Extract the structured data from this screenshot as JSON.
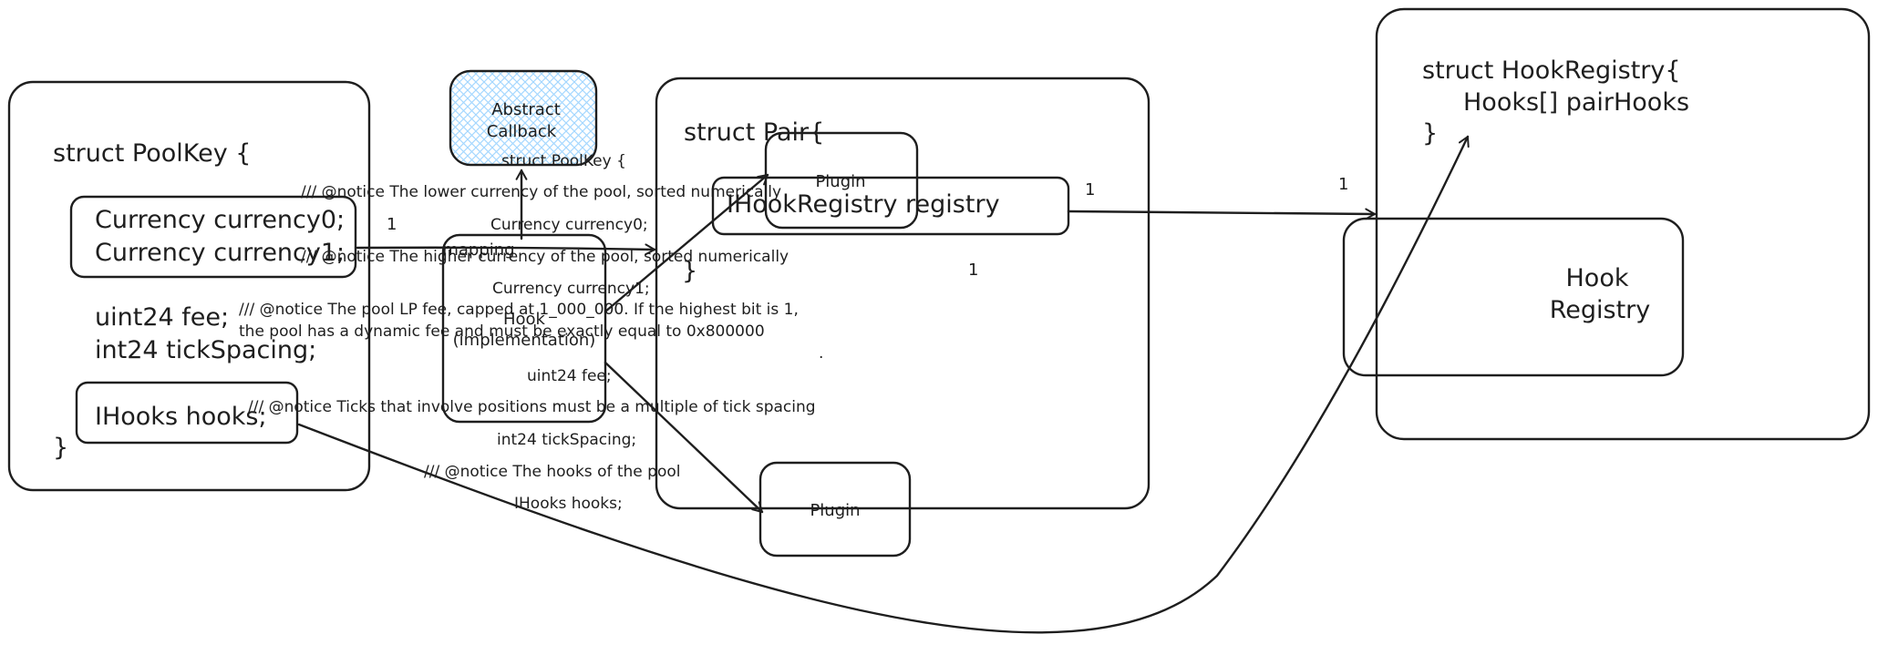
{
  "colors": {
    "stroke": "#1e1e1e",
    "abstract_fill": "#a5d8ff"
  },
  "poolkey": {
    "header": "struct PoolKey {",
    "currency0": "Currency currency0;",
    "currency1": "Currency currency1;",
    "fee": "uint24 fee;",
    "tickspacing": "int24 tickSpacing;",
    "hooks": "IHooks hooks;",
    "close": "}"
  },
  "abstract_callback": {
    "line1": "Abstract",
    "line2": "Callback"
  },
  "hook_box": {
    "line1": "Hook",
    "line2": "(implementation)"
  },
  "mapping_label": "mapping",
  "source": {
    "header": "struct PoolKey {",
    "note_lower": "/// @notice The lower currency of the pool, sorted numerically",
    "currency0": "Currency currency0;",
    "note_higher": "/// @notice The higher currency of the pool, sorted numerically",
    "currency1": "Currency currency1;",
    "note_fee1": "/// @notice The pool LP fee, capped at 1_000_000. If the highest bit is 1,",
    "note_fee2": "the pool has a dynamic fee and must be exactly equal to 0x800000",
    "fee": "uint24 fee;",
    "note_ticks": "/// @notice Ticks that involve positions must be a multiple of tick spacing",
    "tickspacing": "int24 tickSpacing;",
    "note_hooks": "/// @notice The hooks of the pool",
    "hooks": "IHooks hooks;",
    "dot": "."
  },
  "pair": {
    "header": "struct Pair{",
    "registry": "IHookRegistry registry",
    "close": "}",
    "plugin_top": "Plugin",
    "plugin_bottom": "Plugin"
  },
  "hook_registry_struct": {
    "header": "struct HookRegistry{",
    "field": "Hooks[] pairHooks",
    "close": "}"
  },
  "hook_registry_box": {
    "line1": "Hook",
    "line2": "Registry"
  },
  "multiplicity": {
    "poolkey_out": "1",
    "pair_out": "1",
    "registry_in": "1",
    "pair_inner": "1"
  }
}
